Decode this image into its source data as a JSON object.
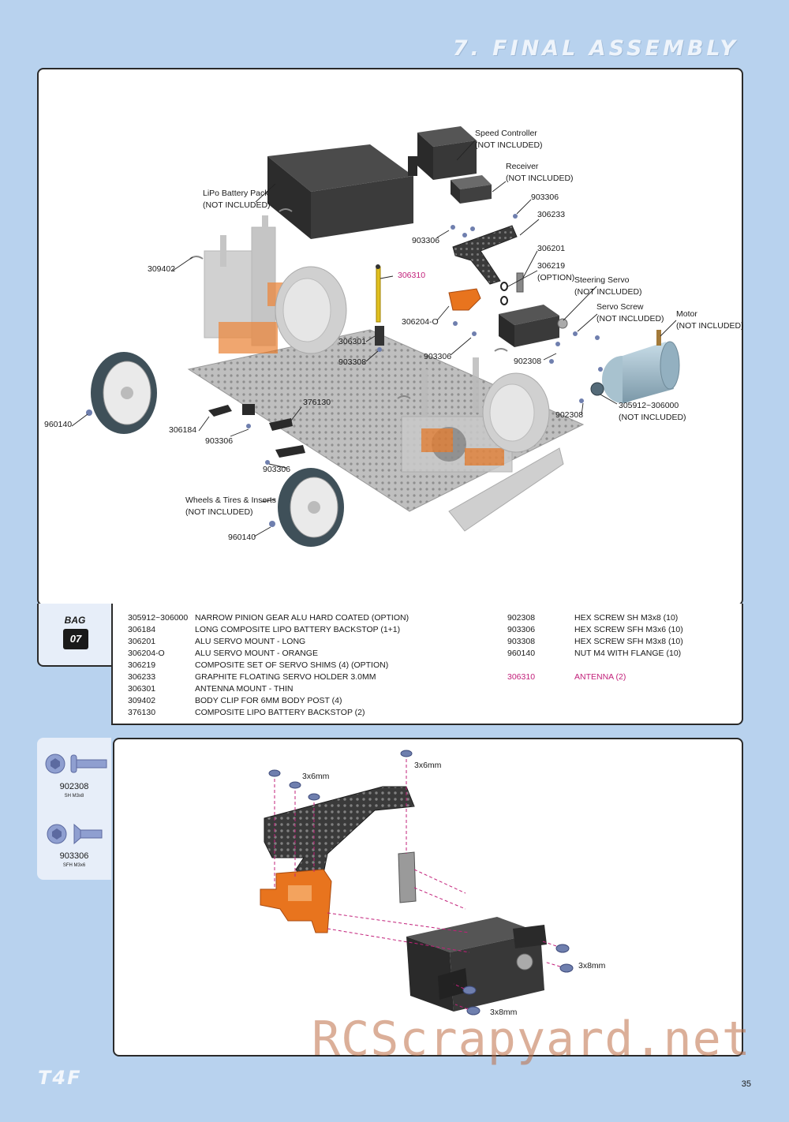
{
  "header": {
    "section_title": "7. FINAL ASSEMBLY"
  },
  "main_diagram": {
    "labels": {
      "speed_controller": "Speed Controller",
      "speed_controller_note": "(NOT INCLUDED)",
      "receiver": "Receiver",
      "receiver_note": "(NOT INCLUDED)",
      "lipo_battery": "LiPo Battery Pack",
      "lipo_battery_note": "(NOT INCLUDED)",
      "steering_servo": "Steering Servo",
      "steering_servo_note": "(NOT INCLUDED)",
      "servo_screw": "Servo Screw",
      "servo_screw_note": "(NOT INCLUDED)",
      "motor": "Motor",
      "motor_note": "(NOT INCLUDED)",
      "pinion": "305912~306000",
      "pinion_note": "(NOT INCLUDED)",
      "wheels": "Wheels & Tires & Inserts",
      "wheels_note": "(NOT INCLUDED)",
      "p903306_a": "903306",
      "p306233": "306233",
      "p903306_b": "903306",
      "p306201": "306201",
      "p306219": "306219",
      "p306219_note": "(OPTION)",
      "p306310": "306310",
      "p309402": "309402",
      "p306204": "306204-O",
      "p306301": "306301",
      "p903308": "903308",
      "p903306_c": "903306",
      "p902308_a": "902308",
      "p902308_b": "902308",
      "p376130": "376130",
      "p306184": "306184",
      "p903306_d": "903306",
      "p960140_a": "960140",
      "p903306_e": "903306",
      "p960140_b": "960140"
    }
  },
  "bag": {
    "label": "BAG",
    "number": "07"
  },
  "parts_list": {
    "left": [
      {
        "code": "305912~306000",
        "desc": "NARROW PINION GEAR ALU HARD COATED (OPTION)"
      },
      {
        "code": "306184",
        "desc": "LONG COMPOSITE LIPO BATTERY BACKSTOP (1+1)"
      },
      {
        "code": "306201",
        "desc": "ALU SERVO MOUNT - LONG"
      },
      {
        "code": "306204-O",
        "desc": "ALU SERVO MOUNT - ORANGE"
      },
      {
        "code": "306219",
        "desc": "COMPOSITE SET OF SERVO SHIMS (4) (OPTION)"
      },
      {
        "code": "306233",
        "desc": "GRAPHITE  FLOATING SERVO HOLDER 3.0MM"
      },
      {
        "code": "306301",
        "desc": "ANTENNA MOUNT - THIN"
      },
      {
        "code": "309402",
        "desc": "BODY CLIP FOR 6MM BODY POST (4)"
      },
      {
        "code": "376130",
        "desc": "COMPOSITE LIPO BATTERY BACKSTOP (2)"
      }
    ],
    "right": [
      {
        "code": "902308",
        "desc": "HEX SCREW SH M3x8  (10)"
      },
      {
        "code": "903306",
        "desc": "HEX SCREW SFH M3x6  (10)"
      },
      {
        "code": "903308",
        "desc": "HEX SCREW SFH M3x8  (10)"
      },
      {
        "code": "960140",
        "desc": "NUT M4 WITH FLANGE  (10)"
      }
    ],
    "highlight": {
      "code": "306310",
      "desc": "ANTENNA (2)"
    }
  },
  "screws": [
    {
      "code": "902308",
      "sub": "SH M3x8"
    },
    {
      "code": "903306",
      "sub": "SFH M3x6"
    }
  ],
  "detail_diagram": {
    "lbl_3x6_a": "3x6mm",
    "lbl_3x6_b": "3x6mm",
    "lbl_3x8_a": "3x8mm",
    "lbl_3x8_b": "3x8mm"
  },
  "footer": {
    "brand": "T4F",
    "page_number": "35",
    "watermark": "RCScrapyard.net"
  },
  "colors": {
    "background": "#b8d2ee",
    "accent_orange": "#e8741e",
    "highlight_pink": "#c2207a",
    "carbon": "#3a3a3a"
  }
}
